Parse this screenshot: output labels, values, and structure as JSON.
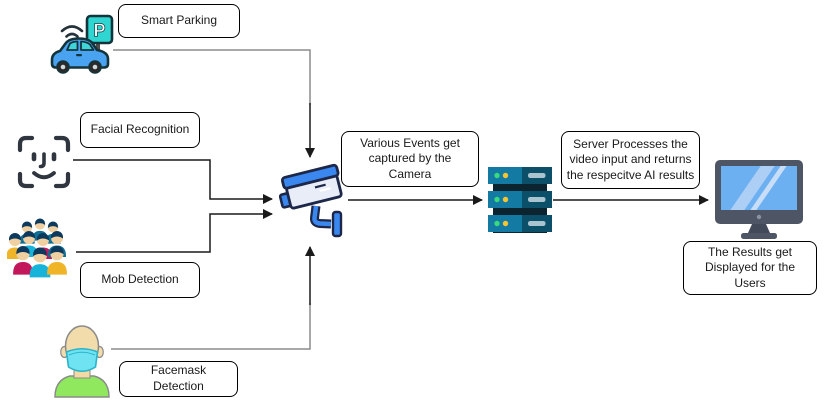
{
  "diagram": {
    "type": "flowchart",
    "background": "#ffffff",
    "parking_sign_letter": "P",
    "nodes": [
      {
        "id": "smart-parking",
        "label": "Smart Parking",
        "icon": "car-with-parking-sign"
      },
      {
        "id": "facial-recognition",
        "label": "Facial Recognition",
        "icon": "face-id-scan"
      },
      {
        "id": "mob-detection",
        "label": "Mob Detection",
        "icon": "crowd-of-people"
      },
      {
        "id": "facemask-detection",
        "label": "Facemask Detection",
        "icon": "person-wearing-facemask"
      },
      {
        "id": "camera",
        "label": "Various Events get captured by the Camera",
        "icon": "cctv-camera"
      },
      {
        "id": "server",
        "label": "Server Processes the video input and returns the respecitve AI results",
        "icon": "server-rack"
      },
      {
        "id": "display",
        "label": "The Results get Displayed for the Users",
        "icon": "desktop-monitor"
      }
    ],
    "edges": [
      {
        "from": "smart-parking",
        "to": "camera"
      },
      {
        "from": "facial-recognition",
        "to": "camera"
      },
      {
        "from": "mob-detection",
        "to": "camera"
      },
      {
        "from": "facemask-detection",
        "to": "camera"
      },
      {
        "from": "camera",
        "to": "server"
      },
      {
        "from": "server",
        "to": "display"
      }
    ],
    "colors": {
      "edge_black": "#1a1a1a",
      "edge_grey": "#8c8c8c",
      "box_border": "#000000",
      "box_fill": "#ffffff",
      "icon_blue": "#4aa3f0",
      "icon_teal": "#2fd5d0",
      "camera_blue": "#3b87f0",
      "camera_outline": "#1c2749",
      "server_teal": "#127aa3",
      "server_dark_teal": "#0b4f68",
      "server_gap": "#0c2330",
      "led_green": "#39d97c",
      "led_yellow": "#f4c431",
      "server_bar_grey": "#a9c3cf",
      "monitor_frame": "#4e5666",
      "monitor_screen": "#6cb0f2",
      "mask_cyan": "#6fe3f2",
      "shirt_green": "#90e85e",
      "skin": "#f3dcab"
    }
  }
}
